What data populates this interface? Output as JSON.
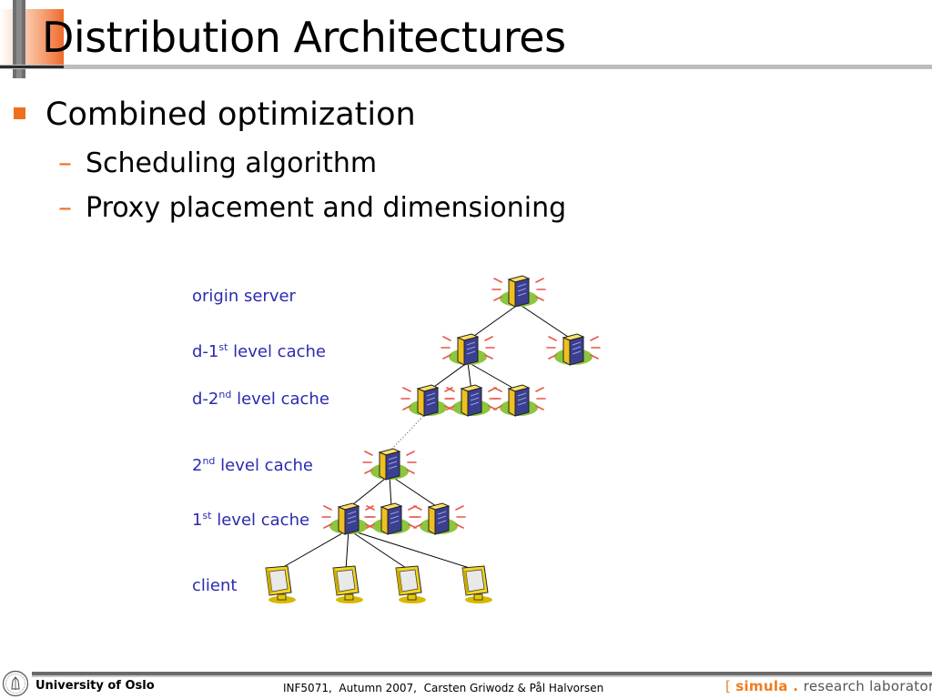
{
  "slide": {
    "title": "Distribution Architectures",
    "bullet": "Combined optimization",
    "subbullets": [
      "Scheduling algorithm",
      "Proxy placement and dimensioning"
    ],
    "dash": "–"
  },
  "diagram": {
    "labels": {
      "origin": "origin server",
      "d1_pre": "d-1",
      "d1_sup": "st",
      "d1_post": " level cache",
      "d2_pre": "d-2",
      "d2_sup": "nd",
      "d2_post": " level cache",
      "l2_pre": "2",
      "l2_sup": "nd",
      "l2_post": " level cache",
      "l1_pre": "1",
      "l1_sup": "st",
      "l1_post": " level cache",
      "client": "client"
    },
    "server_icon": "server-icon",
    "client_icon": "computer-monitor-icon"
  },
  "footer": {
    "university": "University of Oslo",
    "course": "INF5071,  Autumn 2007,  Carsten Griwodz & Pål Halvorsen",
    "simula_open": "[ ",
    "simula_name": "simula",
    "simula_dot": " . ",
    "simula_rest": "research laboratory",
    "simula_close": " ]"
  },
  "colors": {
    "accent": "#f06f1f",
    "label_blue": "#2b2bb0"
  }
}
